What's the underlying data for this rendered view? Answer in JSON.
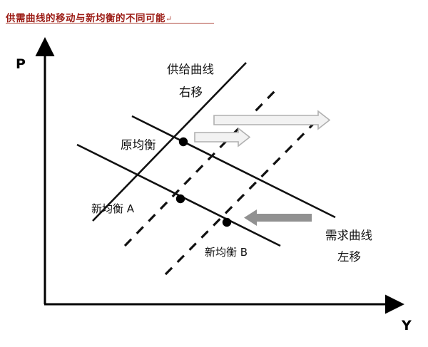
{
  "document": {
    "title": "供需曲线的移动与新均衡的不同可能",
    "title_mark": "↵",
    "title_color": "#9b1b14"
  },
  "chart_data": {
    "type": "line",
    "title": "供需曲线的移动与新均衡的不同可能",
    "xlabel": "Y",
    "ylabel": "P",
    "grid": false,
    "legend": "none",
    "axes": {
      "x_axis_label": "Y",
      "y_axis_label": "P",
      "origin": [
        63,
        427
      ],
      "x_axis_end": [
        552,
        427
      ],
      "y_axis_end": [
        63,
        68
      ]
    },
    "annotations": [
      {
        "name": "supply-shift-note",
        "text_line1": "供给曲线",
        "text_line2": "右移",
        "position": [
          234,
          97
        ]
      },
      {
        "name": "demand-shift-note",
        "text_line1": "需求曲线",
        "text_line2": "左移",
        "position": [
          456,
          330
        ]
      },
      {
        "name": "original-equilibrium-label",
        "text": "原均衡",
        "position": [
          169,
          209
        ]
      },
      {
        "name": "new-equilibrium-a-label",
        "text": "新均衡 A",
        "position": [
          128,
          293
        ]
      },
      {
        "name": "new-equilibrium-b-label",
        "text": "新均衡 B",
        "position": [
          287,
          354
        ]
      }
    ],
    "curves": [
      {
        "name": "original-supply-curve",
        "style": "solid",
        "kind": "supply",
        "from": [
          130,
          310
        ],
        "to": [
          345,
          88
        ]
      },
      {
        "name": "shifted-supply-curve-1",
        "style": "dashed",
        "kind": "supply",
        "from": [
          175,
          345
        ],
        "to": [
          385,
          128
        ]
      },
      {
        "name": "shifted-supply-curve-2",
        "style": "dashed",
        "kind": "supply",
        "from": [
          232,
          385
        ],
        "to": [
          450,
          163
        ]
      },
      {
        "name": "original-demand-curve",
        "style": "solid",
        "kind": "demand",
        "from": [
          185,
          163
        ],
        "to": [
          470,
          305
        ]
      },
      {
        "name": "shifted-demand-curve",
        "style": "solid",
        "kind": "demand",
        "from": [
          108,
          203
        ],
        "to": [
          393,
          345
        ]
      }
    ],
    "equilibrium_points": [
      {
        "name": "original-equilibrium-point",
        "label": "原均衡",
        "position": [
          257,
          199
        ]
      },
      {
        "name": "new-equilibrium-a-point",
        "label": "新均衡 A",
        "position": [
          253,
          279
        ]
      },
      {
        "name": "new-equilibrium-b-point",
        "label": "新均衡 B",
        "position": [
          318,
          312
        ]
      }
    ],
    "shift_arrows": [
      {
        "name": "supply-shift-arrow-long",
        "style": "hollow",
        "direction": "right",
        "from": [
          300,
          168
        ],
        "to": [
          462,
          168
        ]
      },
      {
        "name": "supply-shift-arrow-short",
        "style": "hollow",
        "direction": "right",
        "from": [
          273,
          192
        ],
        "to": [
          350,
          192
        ]
      },
      {
        "name": "demand-shift-arrow",
        "style": "solid",
        "direction": "left",
        "from": [
          437,
          305
        ],
        "to": [
          342,
          305
        ]
      }
    ],
    "colors": {
      "title": "#9b1b14",
      "curve": "#111111",
      "axis": "#000000",
      "hollow_arrow_fill": "#f2f2f2",
      "hollow_arrow_stroke": "#b0b0b0",
      "solid_arrow": "#919191"
    }
  }
}
